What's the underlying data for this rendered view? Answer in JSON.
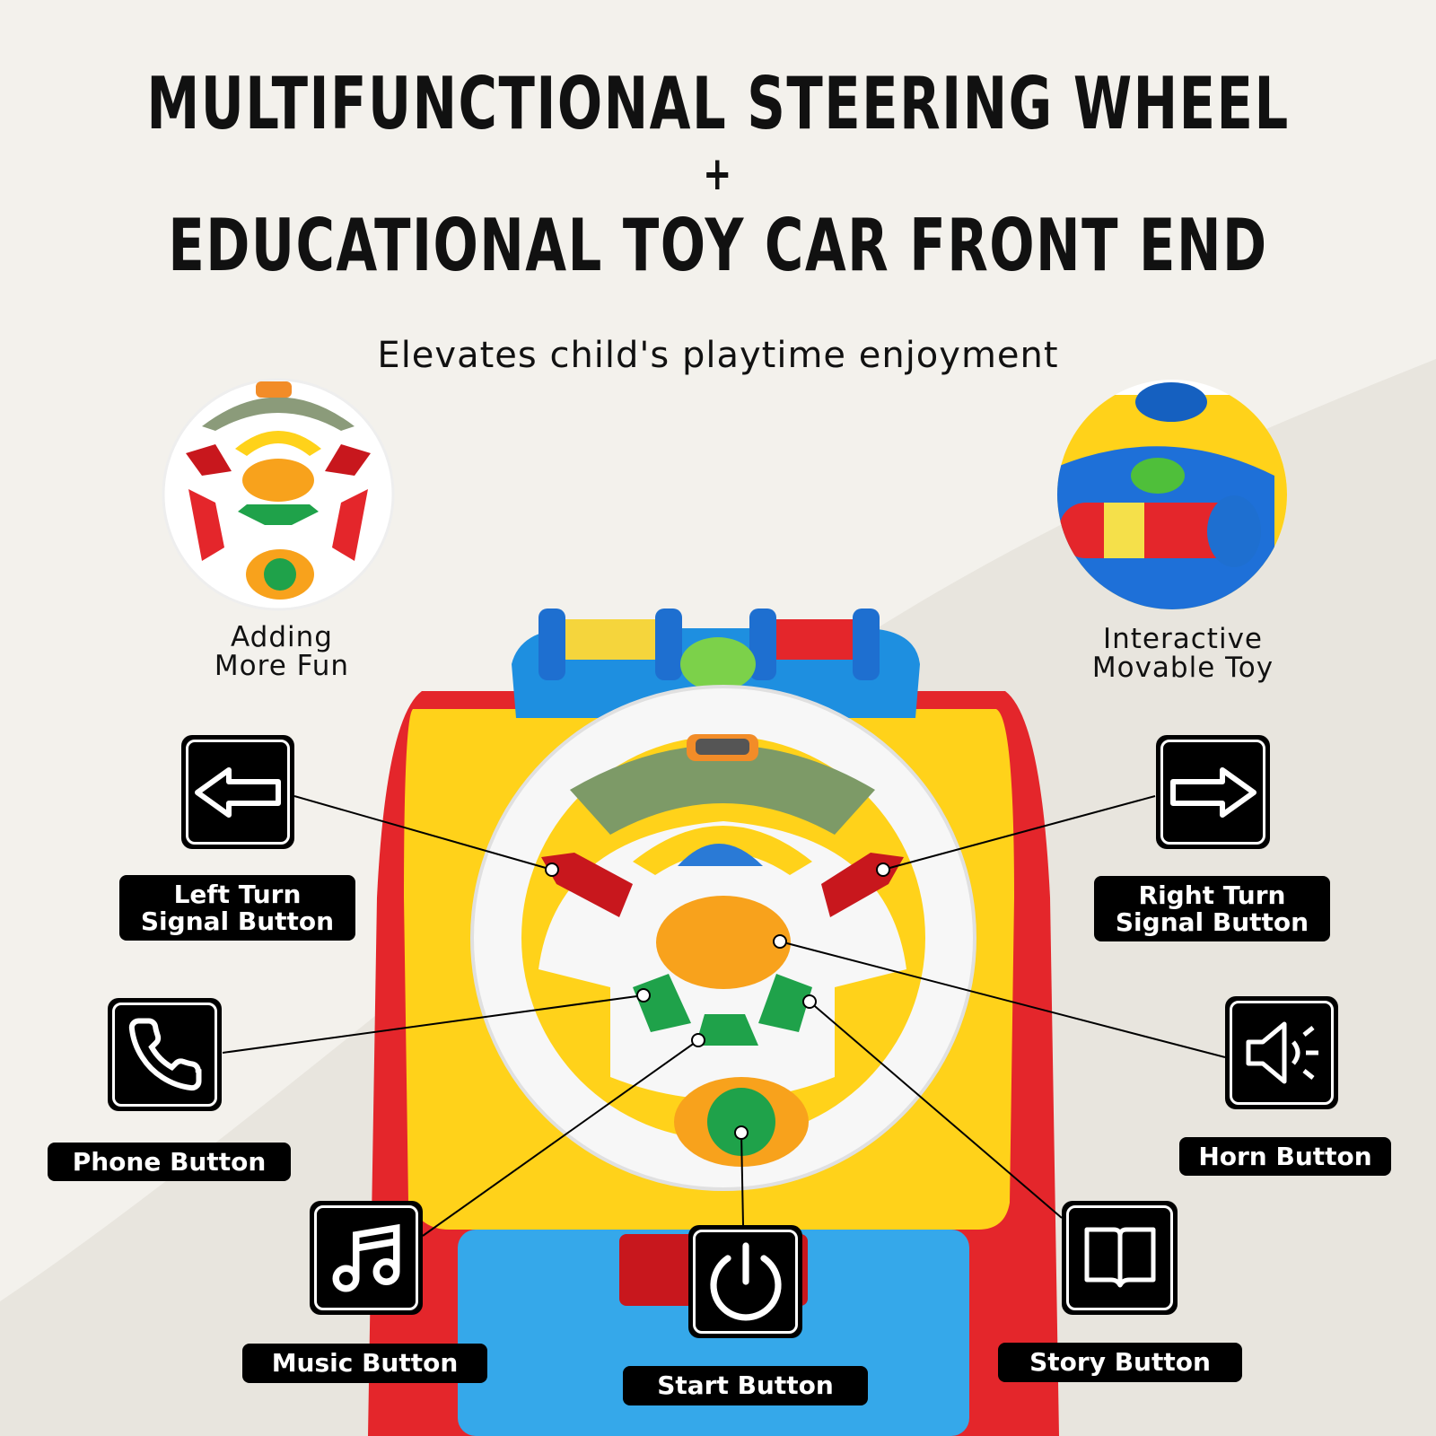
{
  "header": {
    "title_line1": "MULTIFUNCTIONAL STEERING WHEEL",
    "plus": "+",
    "title_line2": "EDUCATIONAL TOY CAR FRONT END",
    "subtitle": "Elevates child's playtime enjoyment"
  },
  "features": {
    "left": {
      "line1": "Adding",
      "line2": "More Fun"
    },
    "right": {
      "line1": "Interactive",
      "line2": "Movable Toy"
    }
  },
  "buttons": [
    {
      "line1": "Left Turn",
      "line2": "Signal Button",
      "icon": "arrow-left-icon"
    },
    {
      "line1": "Right Turn",
      "line2": "Signal Button",
      "icon": "arrow-right-icon"
    },
    {
      "line1": "Phone Button",
      "icon": "phone-icon"
    },
    {
      "line1": "Horn Button",
      "icon": "speaker-icon"
    },
    {
      "line1": "Music Button",
      "icon": "music-note-icon"
    },
    {
      "line1": "Start Button",
      "icon": "power-icon"
    },
    {
      "line1": "Story Button",
      "icon": "book-icon"
    }
  ],
  "colors": {
    "background": "#f3f1ec",
    "label_bg": "#000000",
    "toy_red": "#e4262b",
    "toy_yellow": "#ffd21a",
    "toy_blue": "#1e8fe0",
    "wheel_white": "#f7f7f7"
  }
}
